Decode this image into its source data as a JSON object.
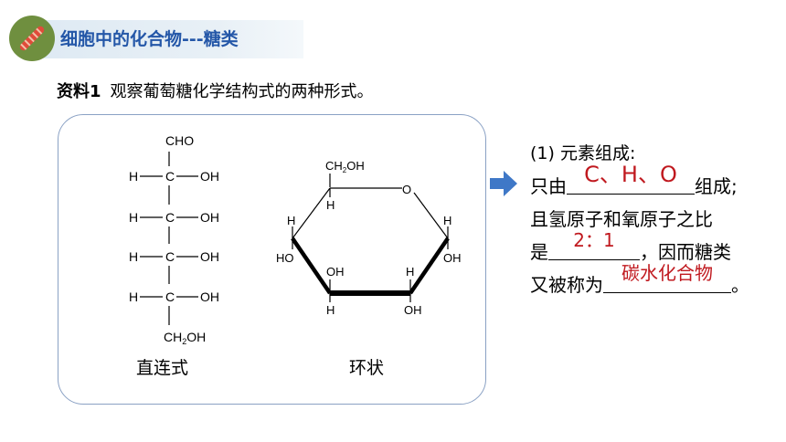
{
  "header": {
    "title": "细胞中的化合物---糖类",
    "logo_icon": "dna-icon",
    "title_color": "#2457a8"
  },
  "material": {
    "label": "资料1",
    "description": "观察葡萄糖化学结构式的两种形式。"
  },
  "diagram": {
    "chain": {
      "top_group": "CHO",
      "rows": [
        {
          "left": "H",
          "center": "C",
          "right": "OH"
        },
        {
          "left": "H",
          "center": "C",
          "right": "OH"
        },
        {
          "left": "H",
          "center": "C",
          "right": "OH"
        },
        {
          "left": "H",
          "center": "C",
          "right": "OH"
        }
      ],
      "bottom_group": "CH",
      "bottom_subscript": "2",
      "bottom_suffix": "OH",
      "caption": "直连式"
    },
    "ring": {
      "ch2oh_prefix": "CH",
      "ch2oh_subscript": "2",
      "ch2oh_suffix": "OH",
      "ring_oxygen": "O",
      "labels": {
        "h_top": "H",
        "h_left": "H",
        "ho_left": "HO",
        "h_right": "H",
        "oh_right": "OH",
        "oh_c3": "OH",
        "h_c3": "H",
        "h_c2": "H",
        "oh_c2": "OH"
      },
      "caption": "环状"
    }
  },
  "arrow_icon": "right-arrow-icon",
  "questions": {
    "title": "(1) 元素组成:",
    "line1_prefix": "只由",
    "answer_elements": "C、H、O",
    "line1_suffix": "组成;",
    "line2": "且氢原子和氧原子之比",
    "line3_prefix": "是",
    "answer_ratio": "2：1",
    "line3_suffix": "，因而糖类",
    "line4_prefix": "又被称为",
    "answer_name": "碳水化合物",
    "line4_suffix": "。",
    "answer_color": "#c0191f"
  }
}
